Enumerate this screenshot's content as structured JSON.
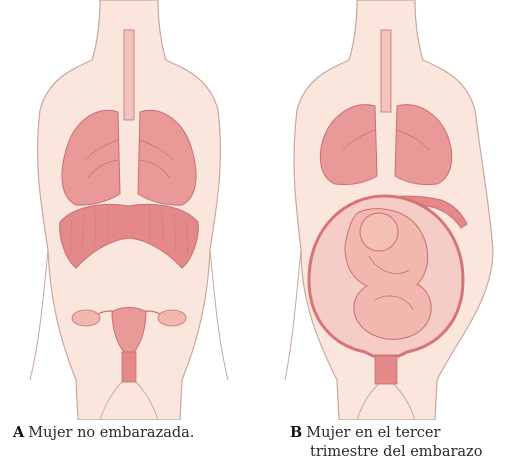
{
  "figures": [
    {
      "letter": "A",
      "caption": "Mujer no embarazada.",
      "caption_line2": ""
    },
    {
      "letter": "B",
      "caption": "Mujer en el tercer",
      "caption_line2": "trimestre del embarazo"
    }
  ],
  "colors": {
    "skin_fill": "#fbe6de",
    "skin_outline": "#c9a89c",
    "organ_fill": "#e99a98",
    "organ_outline": "#c86f70",
    "diaphragm_fill": "#e48989",
    "uterus_wall": "#d77576",
    "fetus_fill": "#f2b7ae"
  }
}
